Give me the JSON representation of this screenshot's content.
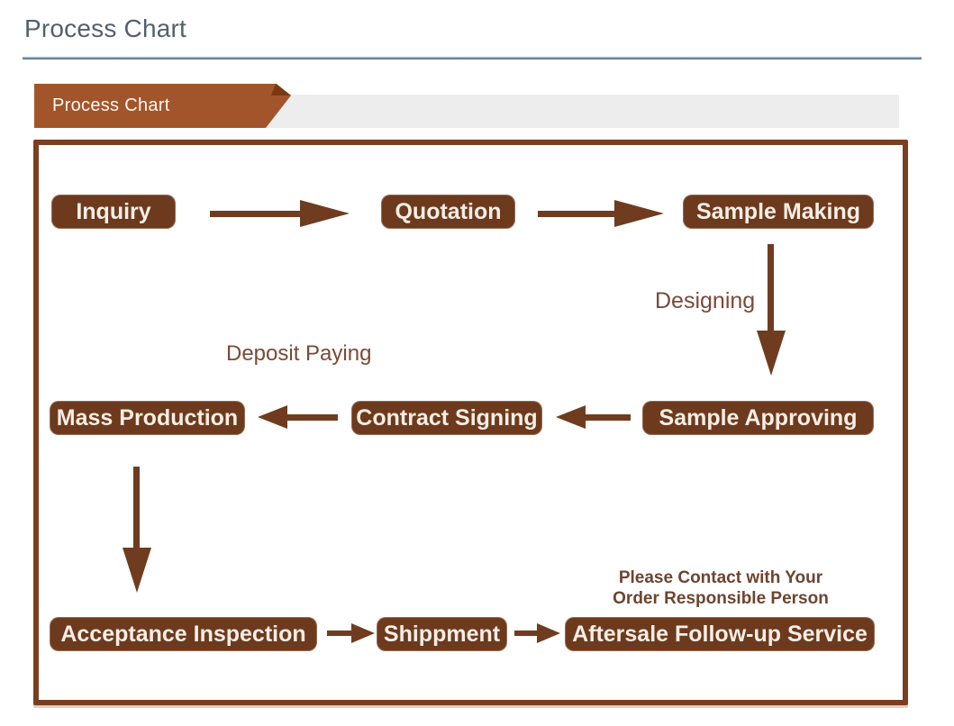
{
  "page": {
    "title": "Process Chart"
  },
  "banner": {
    "label": "Process Chart"
  },
  "colors": {
    "node_fill": "#6d3a1e",
    "node_text": "#f6eee4",
    "arrow": "#6f3c1f",
    "tab_fill": "#a2552a",
    "tab_fold": "#7a3813",
    "bar_fill": "#ededed",
    "box_border": "#7b3f20",
    "title_text": "#53606e",
    "edge_label_text": "#7a4a36"
  },
  "flowchart": {
    "nodes": [
      {
        "id": "inquiry",
        "label": "Inquiry"
      },
      {
        "id": "quotation",
        "label": "Quotation"
      },
      {
        "id": "sample-making",
        "label": "Sample Making"
      },
      {
        "id": "sample-approving",
        "label": "Sample Approving"
      },
      {
        "id": "contract-signing",
        "label": "Contract Signing"
      },
      {
        "id": "mass-production",
        "label": "Mass Production"
      },
      {
        "id": "acceptance-inspection",
        "label": "Acceptance Inspection"
      },
      {
        "id": "shippment",
        "label": "Shippment"
      },
      {
        "id": "aftersale-follow-up-service",
        "label": "Aftersale Follow-up Service"
      }
    ],
    "edges": [
      {
        "from": "inquiry",
        "to": "quotation",
        "label": ""
      },
      {
        "from": "quotation",
        "to": "sample-making",
        "label": ""
      },
      {
        "from": "sample-making",
        "to": "sample-approving",
        "label": "Designing"
      },
      {
        "from": "sample-approving",
        "to": "contract-signing",
        "label": ""
      },
      {
        "from": "contract-signing",
        "to": "mass-production",
        "label": "Deposit Paying"
      },
      {
        "from": "mass-production",
        "to": "acceptance-inspection",
        "label": ""
      },
      {
        "from": "acceptance-inspection",
        "to": "shippment",
        "label": ""
      },
      {
        "from": "shippment",
        "to": "aftersale-follow-up-service",
        "label": ""
      }
    ],
    "edge_labels": {
      "designing": "Designing",
      "deposit_paying": "Deposit Paying"
    },
    "note": {
      "line1": "Please Contact with Your",
      "line2": "Order Responsible Person"
    }
  }
}
